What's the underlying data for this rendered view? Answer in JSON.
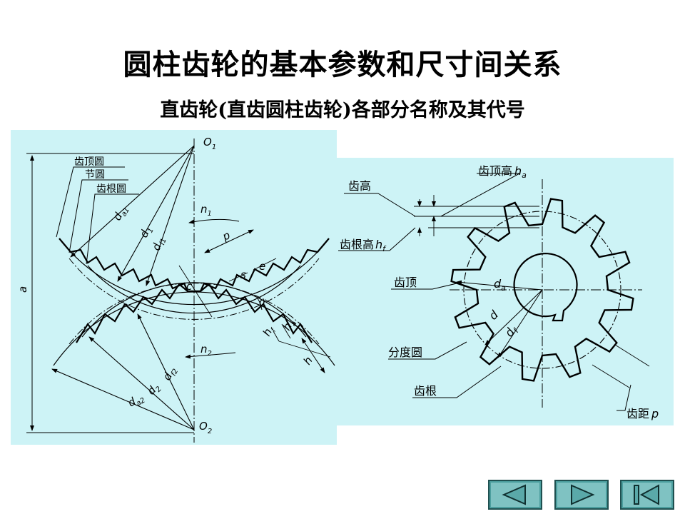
{
  "slide": {
    "title": "圆柱齿轮的基本参数和尺寸间关系",
    "subtitle": "直齿轮(直齿圆柱齿轮)各部分名称及其代号"
  },
  "meshing_diagram": {
    "labels": {
      "o1": "O",
      "o1_sub": "1",
      "o2": "O",
      "o2_sub": "2",
      "tip_circle": "齿顶圆",
      "pitch_circle": "节圆",
      "root_circle": "齿根圆",
      "center_distance": "a",
      "da1": "d",
      "da1_sub": "a1",
      "d1": "d",
      "d1_sub": "1",
      "df1": "d",
      "df1_sub": "f1",
      "n1": "n",
      "n1_sub": "1",
      "p": "p",
      "s": "s",
      "e": "e",
      "c": "c",
      "alpha": "α",
      "hf": "h",
      "hf_sub": "f",
      "ha": "h",
      "ha_sub": "a",
      "h": "h",
      "n2": "n",
      "n2_sub": "2",
      "df2": "d",
      "df2_sub": "f2",
      "d2": "d",
      "d2_sub": "2",
      "da2": "d",
      "da2_sub": "a2"
    }
  },
  "gear_diagram": {
    "labels": {
      "addendum": "齿顶高",
      "addendum_sym": "h",
      "addendum_sub": "a",
      "tooth_height": "齿高",
      "dedendum": "齿根高",
      "dedendum_sym": "h",
      "dedendum_sub": "f",
      "tooth_tip": "齿顶",
      "da": "d",
      "da_sub": "a",
      "d": "d",
      "df": "d",
      "df_sub": "f",
      "pitch_circle": "分度圆",
      "tooth_root": "齿根",
      "pitch": "齿距",
      "pitch_sym": "p"
    }
  },
  "navigation": {
    "prev": "previous-slide",
    "next": "next-slide",
    "end": "last-slide"
  }
}
